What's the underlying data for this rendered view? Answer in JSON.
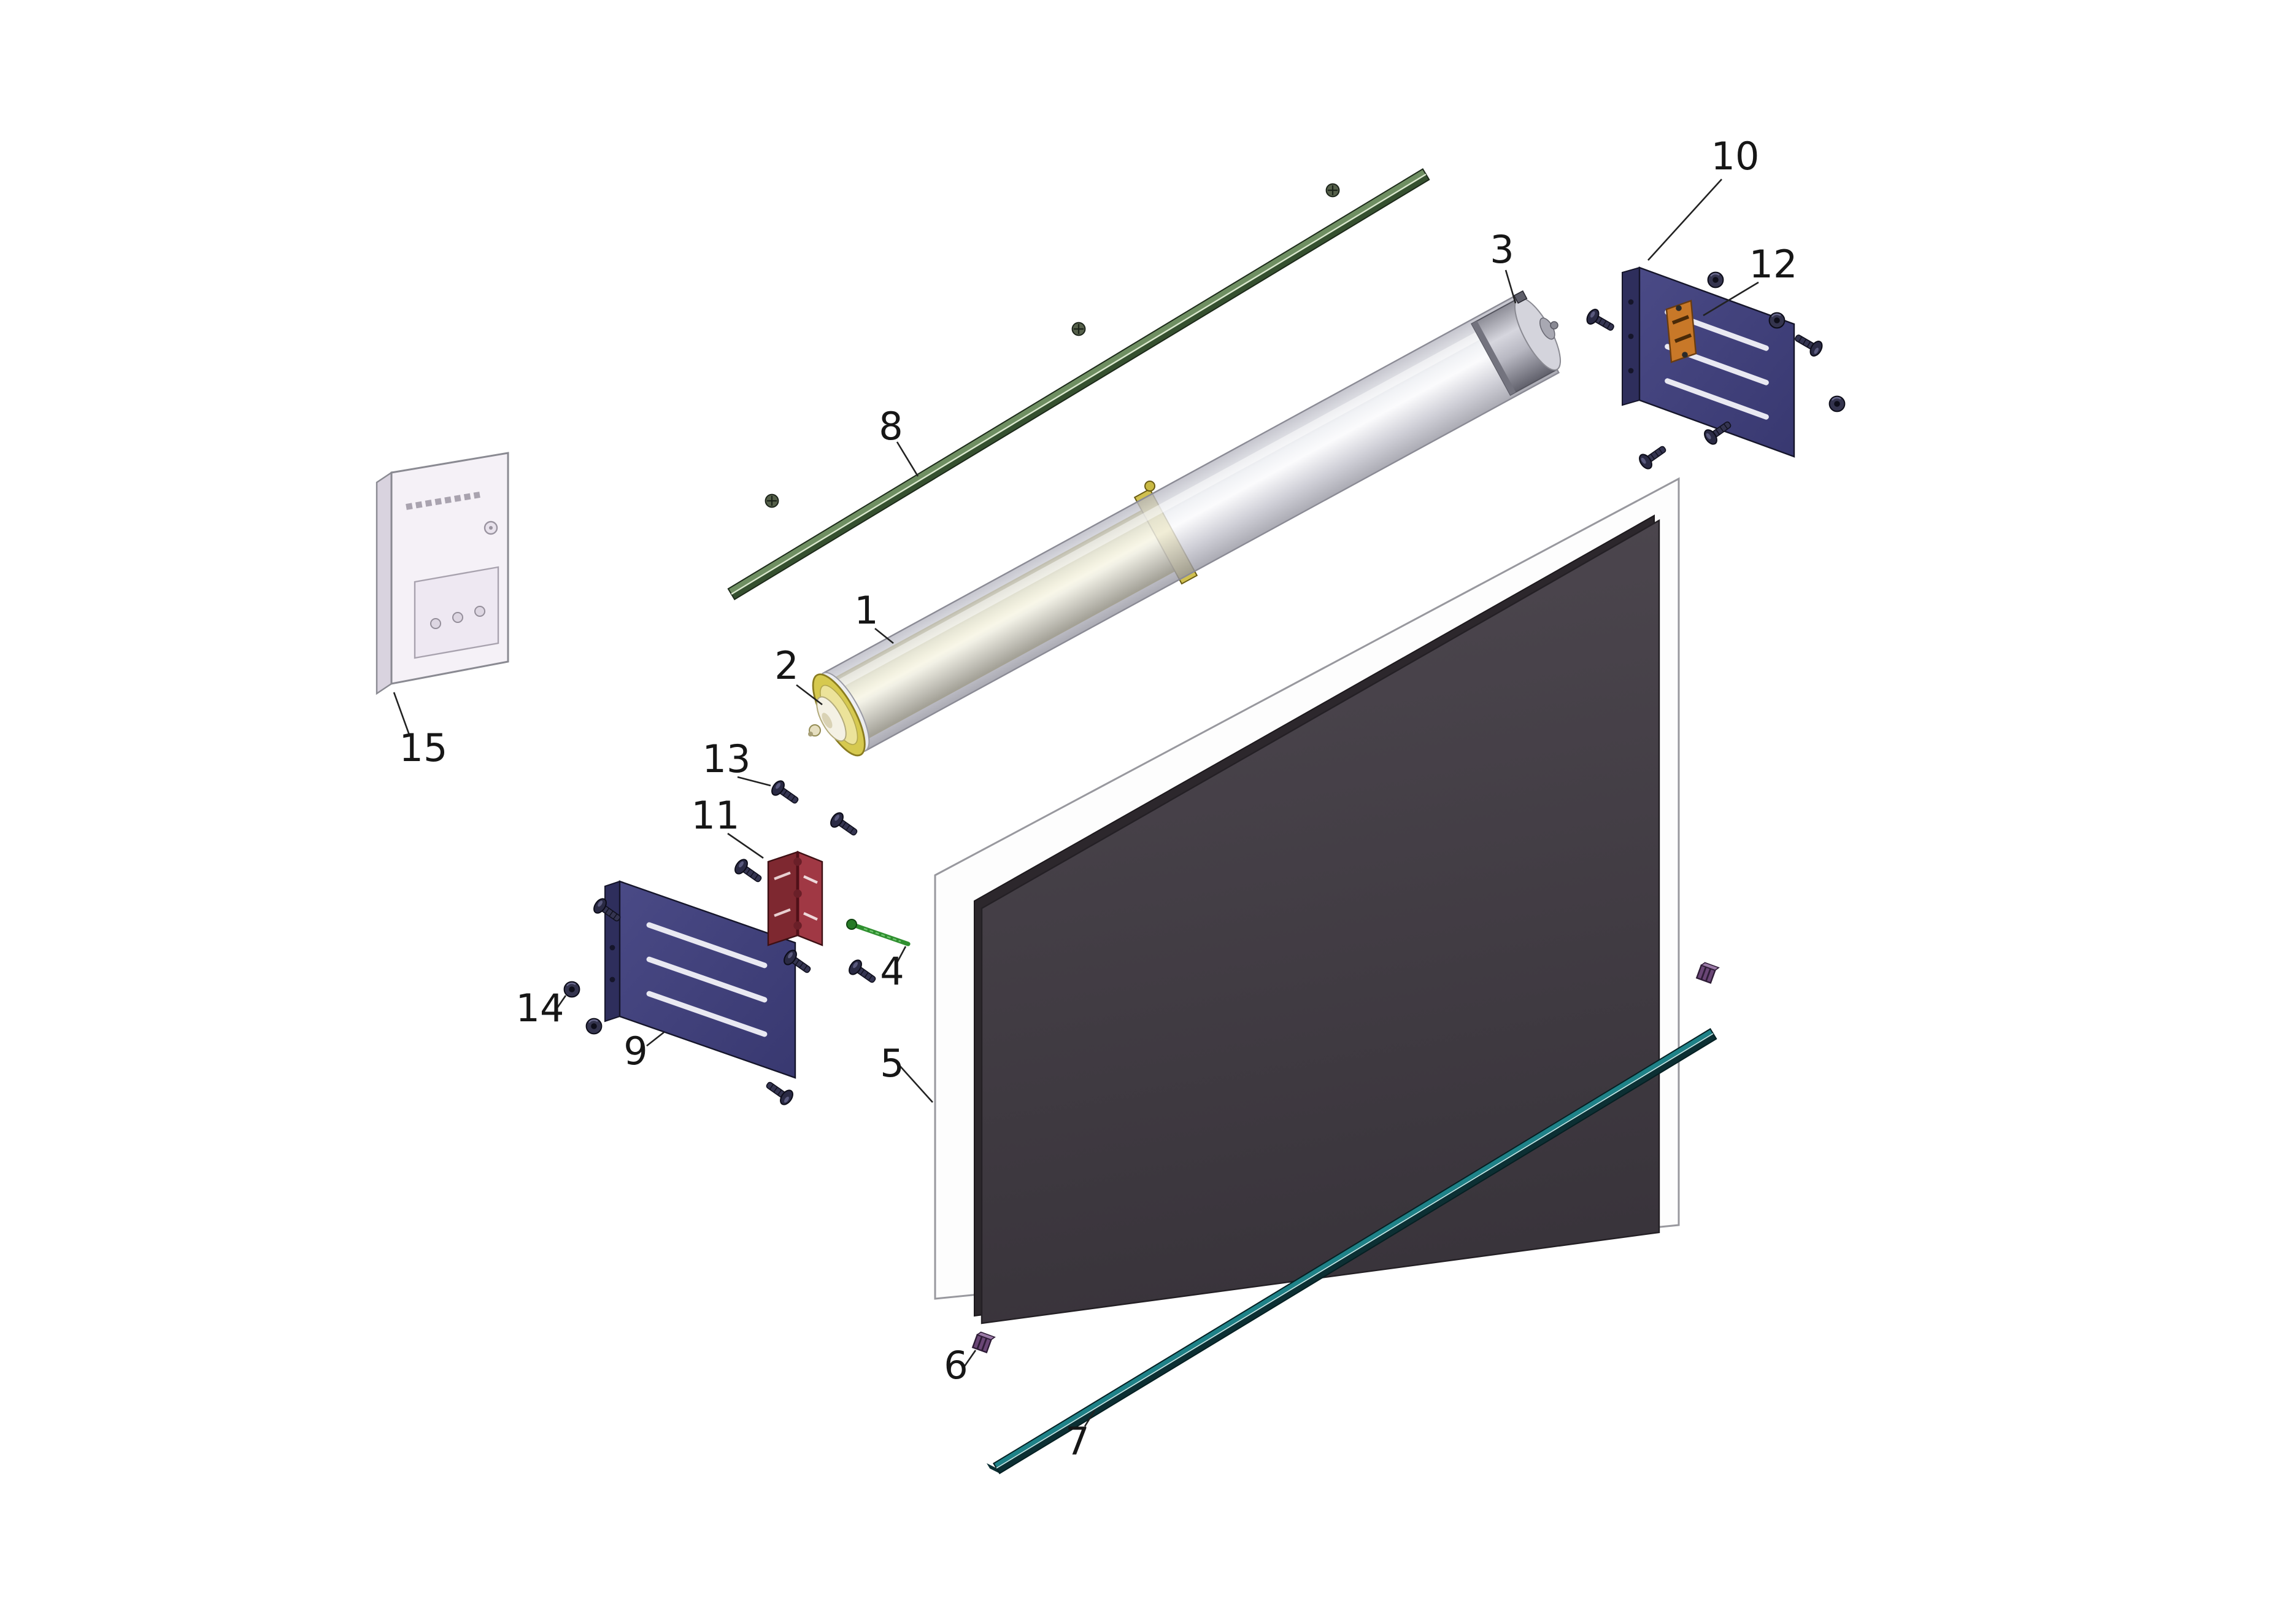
{
  "page": {
    "background_color": "#ffffff",
    "kind": "exploded-view assembly diagram of a motorized roller screen",
    "parts_count": "15"
  },
  "colors": {
    "tube_body": "#d9d9e0",
    "tube_yellow": "#d8cc58",
    "motor_gray": "#9a9aa6",
    "rail_green": "#5f7d52",
    "bracket_blue": "#44447e",
    "hinge_red": "#8e2f38",
    "clip_orange": "#c87828",
    "screen_dark": "#433d42",
    "sheet_white": "#fcfcfc",
    "bottom_bar_teal": "#1e8288",
    "clip_purple": "#6a4676",
    "fastener_dark": "#2e2e48",
    "control_box": "#f5f1f7",
    "pin_green": "#2f8f2f"
  },
  "labels": [
    {
      "text": "1",
      "part": "roller-tube"
    },
    {
      "text": "2",
      "part": "idle-end-plug"
    },
    {
      "text": "3",
      "part": "tubular-motor"
    },
    {
      "text": "4",
      "part": "fixing-pin"
    },
    {
      "text": "5",
      "part": "screen-sheet"
    },
    {
      "text": "6",
      "part": "side-clip"
    },
    {
      "text": "7",
      "part": "bottom-bar"
    },
    {
      "text": "8",
      "part": "top-rail"
    },
    {
      "text": "9",
      "part": "left-bracket"
    },
    {
      "text": "10",
      "part": "right-bracket"
    },
    {
      "text": "11",
      "part": "hinge-bracket"
    },
    {
      "text": "12",
      "part": "motor-clip"
    },
    {
      "text": "13",
      "part": "screw"
    },
    {
      "text": "14",
      "part": "nut"
    },
    {
      "text": "15",
      "part": "control-box"
    }
  ]
}
